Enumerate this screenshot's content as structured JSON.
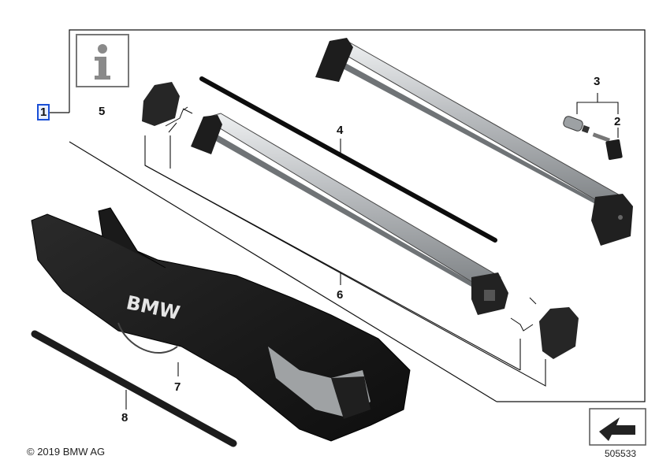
{
  "callouts": {
    "c1": "1",
    "c2": "2",
    "c3": "3",
    "c4": "4",
    "c5": "5",
    "c6": "6",
    "c7": "7",
    "c8": "8"
  },
  "info_icon": {
    "glyph": "i",
    "icon": "info-icon"
  },
  "bag_print": "BMW",
  "footer": {
    "copyright": "© 2019 BMW AG",
    "diagram_number": "505533"
  },
  "colors": {
    "line": "#111111",
    "bar_silver": "#b9bcbf",
    "bar_highlight": "#e3e5e7",
    "black_part": "#1b1b1b",
    "callout_highlight": "#1a4fd6"
  }
}
